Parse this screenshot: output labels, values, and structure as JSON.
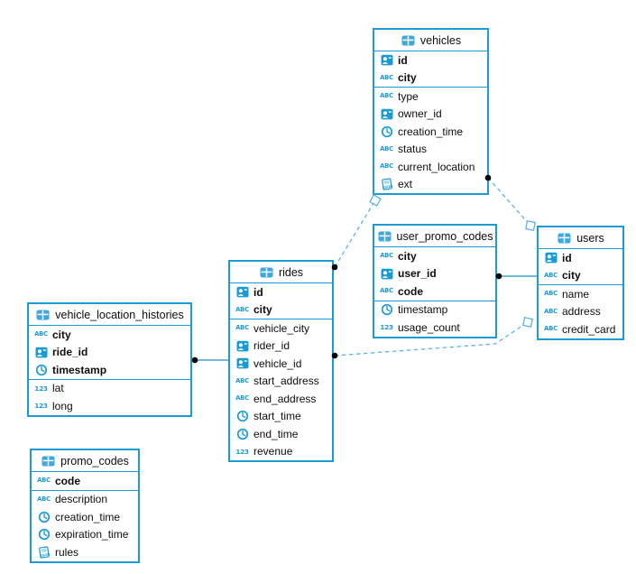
{
  "diagram": {
    "tables": [
      {
        "name": "vehicles",
        "primary_columns": [
          {
            "name": "id",
            "type": "uuid"
          },
          {
            "name": "city",
            "type": "string"
          }
        ],
        "columns": [
          {
            "name": "type",
            "type": "string"
          },
          {
            "name": "owner_id",
            "type": "uuid"
          },
          {
            "name": "creation_time",
            "type": "timestamp"
          },
          {
            "name": "status",
            "type": "string"
          },
          {
            "name": "current_location",
            "type": "string"
          },
          {
            "name": "ext",
            "type": "json"
          }
        ]
      },
      {
        "name": "user_promo_codes",
        "primary_columns": [
          {
            "name": "city",
            "type": "string"
          },
          {
            "name": "user_id",
            "type": "uuid"
          },
          {
            "name": "code",
            "type": "string"
          }
        ],
        "columns": [
          {
            "name": "timestamp",
            "type": "timestamp"
          },
          {
            "name": "usage_count",
            "type": "number"
          }
        ]
      },
      {
        "name": "users",
        "primary_columns": [
          {
            "name": "id",
            "type": "uuid"
          },
          {
            "name": "city",
            "type": "string"
          }
        ],
        "columns": [
          {
            "name": "name",
            "type": "string"
          },
          {
            "name": "address",
            "type": "string"
          },
          {
            "name": "credit_card",
            "type": "string"
          }
        ]
      },
      {
        "name": "rides",
        "primary_columns": [
          {
            "name": "id",
            "type": "uuid"
          },
          {
            "name": "city",
            "type": "string"
          }
        ],
        "columns": [
          {
            "name": "vehicle_city",
            "type": "string"
          },
          {
            "name": "rider_id",
            "type": "uuid"
          },
          {
            "name": "vehicle_id",
            "type": "uuid"
          },
          {
            "name": "start_address",
            "type": "string"
          },
          {
            "name": "end_address",
            "type": "string"
          },
          {
            "name": "start_time",
            "type": "timestamp"
          },
          {
            "name": "end_time",
            "type": "timestamp"
          },
          {
            "name": "revenue",
            "type": "number"
          }
        ]
      },
      {
        "name": "vehicle_location_histories",
        "primary_columns": [
          {
            "name": "city",
            "type": "string"
          },
          {
            "name": "ride_id",
            "type": "uuid"
          },
          {
            "name": "timestamp",
            "type": "timestamp"
          }
        ],
        "columns": [
          {
            "name": "lat",
            "type": "number"
          },
          {
            "name": "long",
            "type": "number"
          }
        ]
      },
      {
        "name": "promo_codes",
        "primary_columns": [
          {
            "name": "code",
            "type": "string"
          }
        ],
        "columns": [
          {
            "name": "description",
            "type": "string"
          },
          {
            "name": "creation_time",
            "type": "timestamp"
          },
          {
            "name": "expiration_time",
            "type": "timestamp"
          },
          {
            "name": "rules",
            "type": "json"
          }
        ]
      }
    ],
    "relations": [
      {
        "from": "rides",
        "to": "vehicles",
        "line": "dashed"
      },
      {
        "from": "vehicles",
        "to": "users",
        "line": "dashed"
      },
      {
        "from": "user_promo_codes",
        "to": "users",
        "line": "solid"
      },
      {
        "from": "rides",
        "to": "users",
        "line": "dashed"
      },
      {
        "from": "vehicle_location_histories",
        "to": "rides",
        "line": "solid"
      }
    ],
    "icon_text": {
      "string": "ABC",
      "number": "123",
      "json": "JSON"
    },
    "colors": {
      "table_border": "#1a9bd7",
      "header_icon": "#41a8dd",
      "dashed_line": "#5cb2e2",
      "solid_line": "#1f8fcd",
      "endpoint_dot": "#000000",
      "text": "#0d0d0d"
    }
  }
}
